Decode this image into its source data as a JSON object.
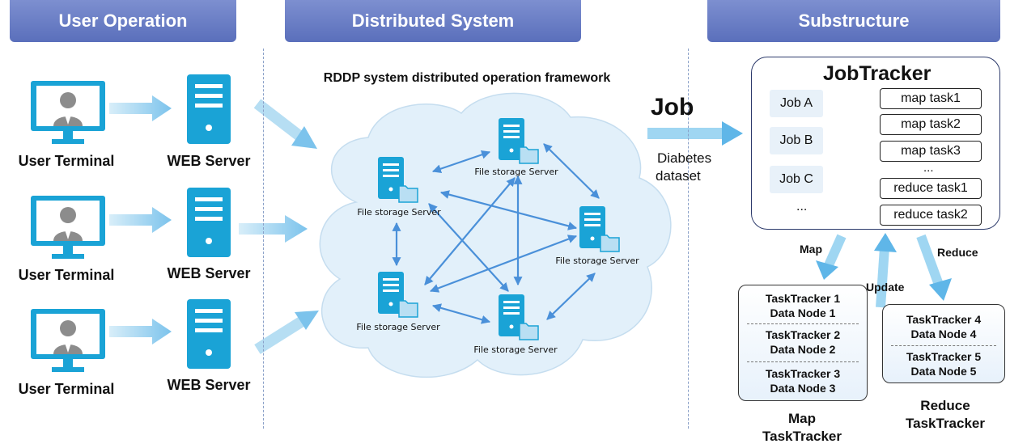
{
  "headers": {
    "user_operation": "User Operation",
    "distributed_system": "Distributed System",
    "substructure": "Substructure"
  },
  "user_side": {
    "terminal_label": "User Terminal",
    "server_label": "WEB Server"
  },
  "framework": {
    "title": "RDDP system distributed operation framework",
    "node_label": "File storage Server"
  },
  "job_flow": {
    "job_label": "Job",
    "dataset_line1": "Diabetes",
    "dataset_line2": "dataset"
  },
  "jobtracker": {
    "title": "JobTracker",
    "jobs": [
      "Job A",
      "Job B",
      "Job C",
      "..."
    ],
    "tasks": [
      "map task1",
      "map task2",
      "map task3",
      "...",
      "reduce task1",
      "reduce task2"
    ]
  },
  "flow_labels": {
    "map": "Map",
    "update": "Update",
    "reduce": "Reduce"
  },
  "map_tasktracker": {
    "entries": [
      {
        "tracker": "TaskTracker 1",
        "node": "Data Node 1"
      },
      {
        "tracker": "TaskTracker 2",
        "node": "Data Node 2"
      },
      {
        "tracker": "TaskTracker 3",
        "node": "Data Node 3"
      }
    ],
    "caption_line1": "Map",
    "caption_line2": "TaskTracker"
  },
  "reduce_tasktracker": {
    "entries": [
      {
        "tracker": "TaskTracker 4",
        "node": "Data Node 4"
      },
      {
        "tracker": "TaskTracker 5",
        "node": "Data Node 5"
      }
    ],
    "caption_line1": "Reduce",
    "caption_line2": "TaskTracker"
  },
  "colors": {
    "header": "#6a7cc4",
    "icon_blue": "#1aa3d6",
    "arrow_light": "#9fd6f2",
    "cloud_fill": "#e2f0fa",
    "link_arrow": "#4a90d9"
  }
}
